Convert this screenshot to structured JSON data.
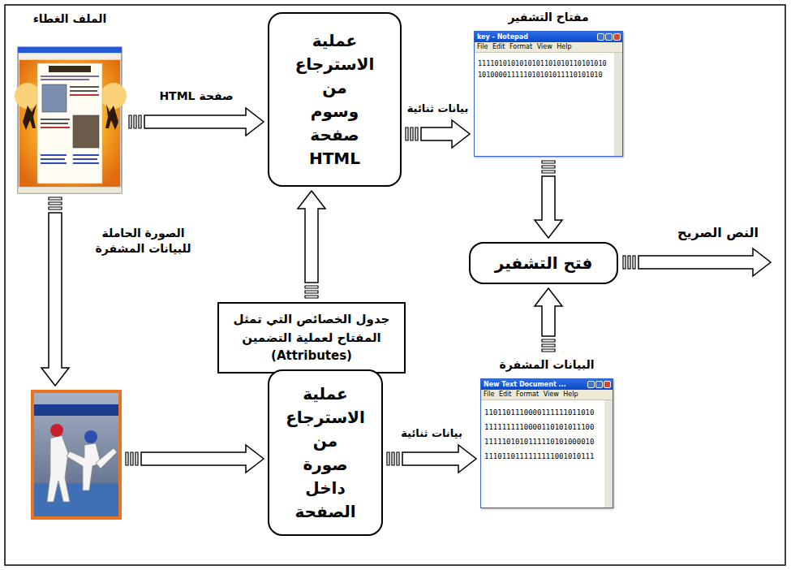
{
  "diagram": {
    "nodes": [
      {
        "text": [
          "الملف الغطاء"
        ]
      },
      {
        "text": [
          "عملية الاسترجاع من وسوم صفحة HTML"
        ]
      },
      {
        "text": [
          "مفتاح التشفير",
          "key - Notepad",
          "File Edit Format View Help",
          "1111010101010101101010110101010",
          "101000011111010101011110101010"
        ]
      },
      {
        "text": [
          "جدول الخصائص التي تمثل المفتاح لعملية التضمين (Attributes)"
        ]
      },
      {
        "text": [
          "فتح التشفير"
        ]
      },
      {
        "text": []
      },
      {
        "text": [
          "عملية الاسترجاع من صورة داخل الصفحة"
        ]
      },
      {
        "text": [
          "البيانات المشفرة",
          "New Text Document ...",
          "File Edit Format View Help",
          "1101101110000111111011010",
          "1111111110000110101011100",
          "1111101010111110101000010",
          "1110110111111111001010111"
        ]
      }
    ],
    "edges": [
      {
        "from": 0,
        "to": 1,
        "arrow": "to",
        "label": "صفحة HTML"
      },
      {
        "from": 1,
        "to": 2,
        "arrow": "to",
        "label": "بيانات ثنائية"
      },
      {
        "from": 3,
        "to": 1,
        "arrow": "to"
      },
      {
        "from": 2,
        "to": 4,
        "arrow": "to"
      },
      {
        "from": 0,
        "to": 5,
        "arrow": "to",
        "label": "الصورة الحاملة للبيانات المشفرة"
      },
      {
        "from": 5,
        "to": 6,
        "arrow": "to"
      },
      {
        "from": 6,
        "to": 7,
        "arrow": "to",
        "label": "بيانات ثنائية"
      },
      {
        "from": 7,
        "to": 4,
        "arrow": "to"
      }
    ],
    "labels": [
      "النص الصريح"
    ]
  }
}
